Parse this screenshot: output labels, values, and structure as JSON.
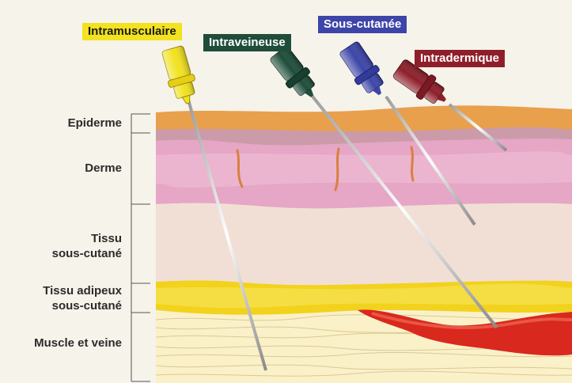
{
  "layers": {
    "epiderme": "Epiderme",
    "derme": "Derme",
    "tissu_sous_cutane": "Tissu\nsous-cutané",
    "tissu_adipeux": "Tissu adipeux\nsous-cutané",
    "muscle_veine": "Muscle et veine"
  },
  "injections": {
    "intramusculaire": {
      "label": "Intramusculaire",
      "color": "#f2e21f",
      "text_color": "#1a1a1a"
    },
    "intraveineuse": {
      "label": "Intraveineuse",
      "color": "#1f4d3a",
      "text_color": "#ffffff"
    },
    "sous_cutanee": {
      "label": "Sous-cutanée",
      "color": "#3d45a8",
      "text_color": "#ffffff"
    },
    "intradermique": {
      "label": "Intradermique",
      "color": "#8e1f2a",
      "text_color": "#ffffff"
    }
  },
  "colors": {
    "epidermis": "#e8a04d",
    "dermis": "#e6a6c6",
    "subcutaneous": "#f1dfd6",
    "fat": "#f2d21c",
    "muscle": "#fbf1c8",
    "vein": "#d9281d"
  }
}
